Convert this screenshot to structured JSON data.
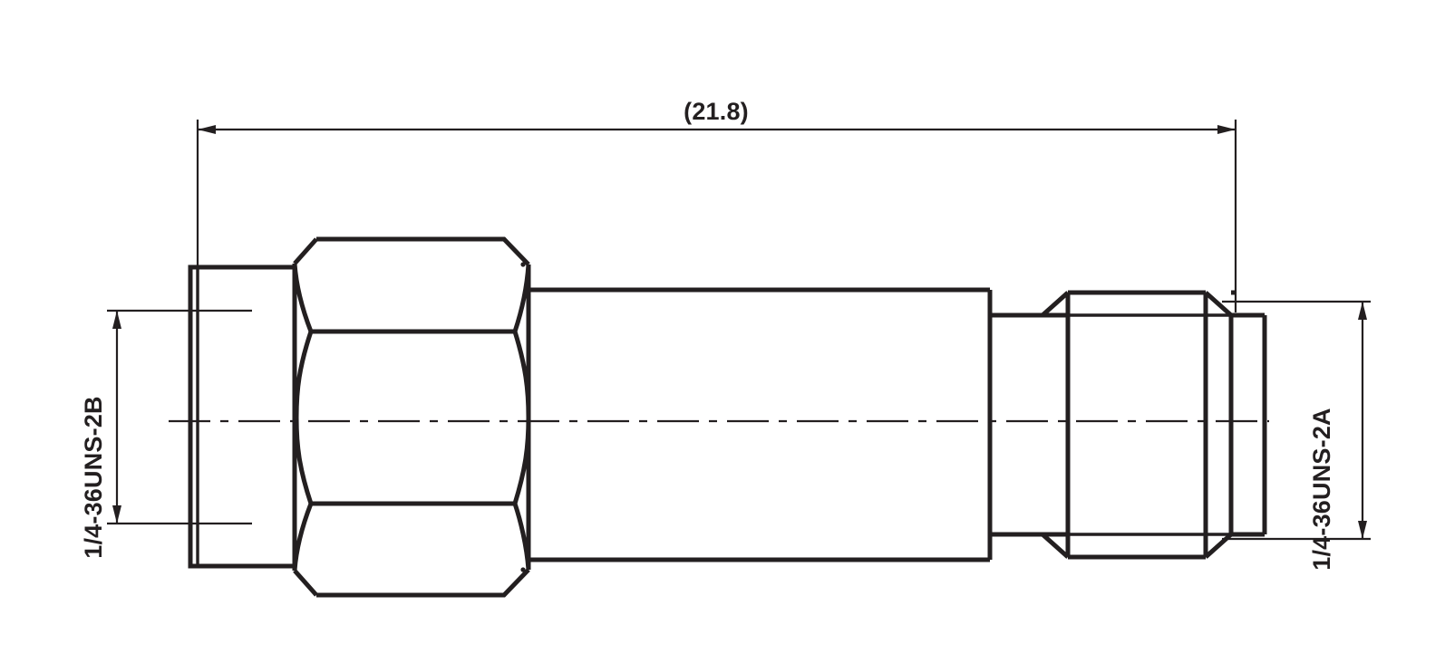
{
  "drawing": {
    "title": "RF coaxial adapter outline drawing",
    "background_color": "#ffffff",
    "line_color": "#231f20",
    "dimensions": {
      "overall_length": {
        "label": "(21.8)",
        "name": "overall-length-dimension",
        "orientation": "horizontal",
        "position": "top"
      },
      "left_thread": {
        "label": "1/4-36UNS-2B",
        "name": "left-thread-callout",
        "orientation": "vertical",
        "position": "left",
        "thread_class": "2B",
        "thread_spec": "1/4-36UNS"
      },
      "right_thread": {
        "label": "1/4-36UNS-2A",
        "name": "right-thread-callout",
        "orientation": "vertical",
        "position": "right",
        "thread_class": "2A",
        "thread_spec": "1/4-36UNS"
      }
    },
    "features": [
      {
        "name": "left-coupling-nut-collar",
        "type": "cylinder"
      },
      {
        "name": "hex-nut",
        "type": "hexagon-flats"
      },
      {
        "name": "main-body-barrel",
        "type": "cylinder"
      },
      {
        "name": "reduced-neck",
        "type": "cylinder"
      },
      {
        "name": "threaded-male-section",
        "type": "threaded-cylinder"
      },
      {
        "name": "end-chamfer-tip",
        "type": "chamfer"
      },
      {
        "name": "axis-centerline",
        "type": "center-line"
      }
    ]
  }
}
